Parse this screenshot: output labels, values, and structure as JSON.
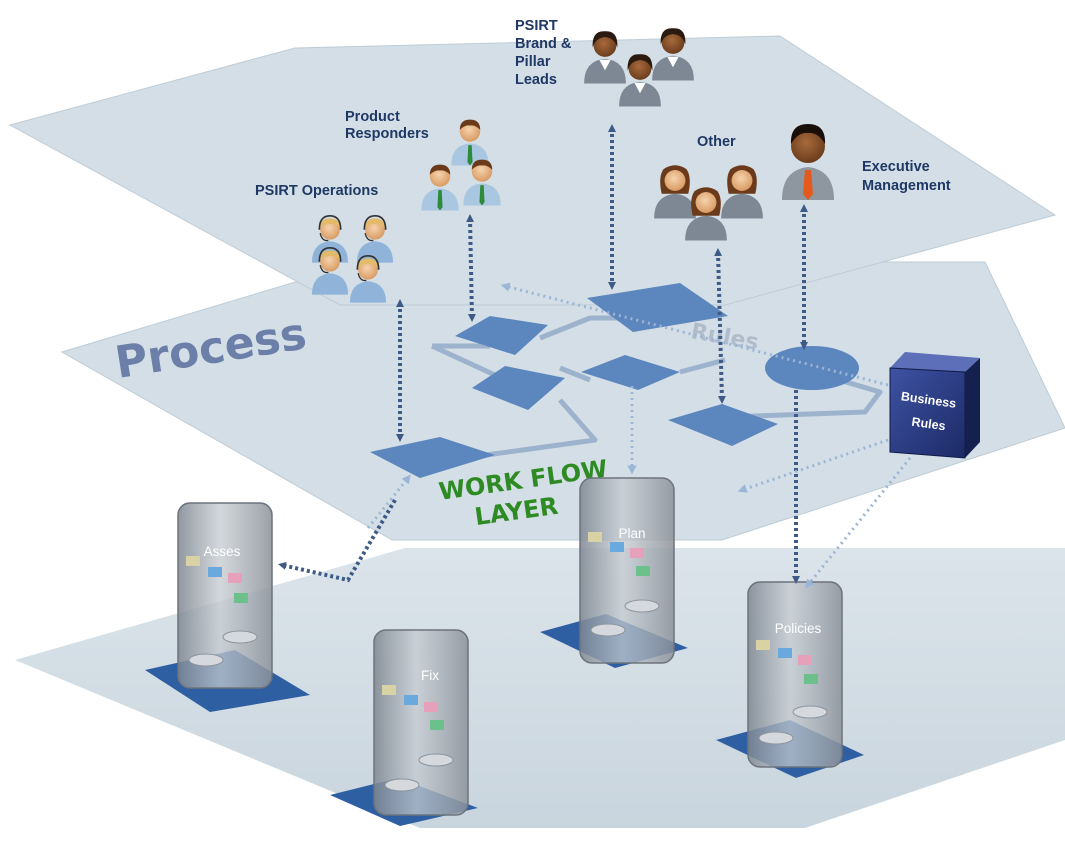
{
  "layers": {
    "process_label": "Process",
    "rules_label": "Rules",
    "workflow_line1": "WORK FLOW",
    "workflow_line2": "LAYER"
  },
  "business_rules": {
    "line1": "Business",
    "line2": "Rules"
  },
  "roles": [
    {
      "lines": [
        "PSIRT Operations"
      ]
    },
    {
      "lines": [
        "Product",
        "Responders"
      ]
    },
    {
      "lines": [
        "PSIRT",
        "Brand &",
        "Pillar",
        "Leads"
      ]
    },
    {
      "lines": [
        "Other"
      ]
    },
    {
      "lines": [
        "Executive",
        "Management"
      ]
    }
  ],
  "servers": [
    {
      "label": "Asses"
    },
    {
      "label": "Fix"
    },
    {
      "label": "Plan"
    },
    {
      "label": "Policies"
    }
  ],
  "colors": {
    "plane": "#d3dee6",
    "shape": "#5b86be",
    "label": "#1f3864",
    "arrow": "#3e5a86",
    "workflow_text": "#2e8b23"
  }
}
